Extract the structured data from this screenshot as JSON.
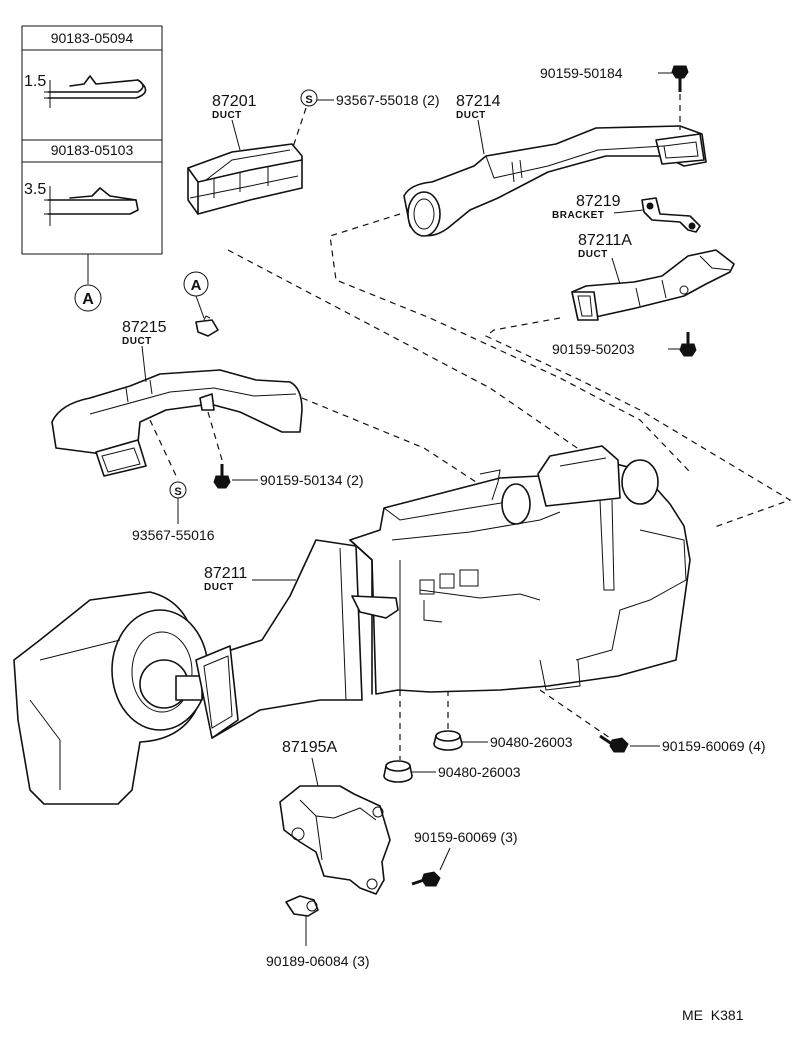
{
  "inset": {
    "clip1": {
      "part_no": "90183-05094",
      "dim": "1.5"
    },
    "clip2": {
      "part_no": "90183-05103",
      "dim": "3.5"
    }
  },
  "callouts": {
    "detail_A_marker": "A",
    "detail_A_ref": "A",
    "s_symbol_1": "S",
    "s_symbol_2": "S"
  },
  "parts": {
    "p87201": {
      "no": "87201",
      "name": "DUCT"
    },
    "p93567_55018": {
      "no": "93567-55018 (2)"
    },
    "p87214": {
      "no": "87214",
      "name": "DUCT"
    },
    "p90159_50184": {
      "no": "90159-50184"
    },
    "p87219": {
      "no": "87219",
      "name": "BRACKET"
    },
    "p87211A": {
      "no": "87211A",
      "name": "DUCT"
    },
    "p90159_50203": {
      "no": "90159-50203"
    },
    "p87215": {
      "no": "87215",
      "name": "DUCT"
    },
    "p90159_50134": {
      "no": "90159-50134 (2)"
    },
    "p93567_55016": {
      "no": "93567-55016"
    },
    "p87211": {
      "no": "87211",
      "name": "DUCT"
    },
    "p87195A": {
      "no": "87195A"
    },
    "p90480_26003_a": {
      "no": "90480-26003"
    },
    "p90480_26003_b": {
      "no": "90480-26003"
    },
    "p90159_60069_4": {
      "no": "90159-60069 (4)"
    },
    "p90159_60069_3": {
      "no": "90159-60069 (3)"
    },
    "p90189_06084": {
      "no": "90189-06084 (3)"
    }
  },
  "footer": {
    "code": "ME  K381"
  }
}
